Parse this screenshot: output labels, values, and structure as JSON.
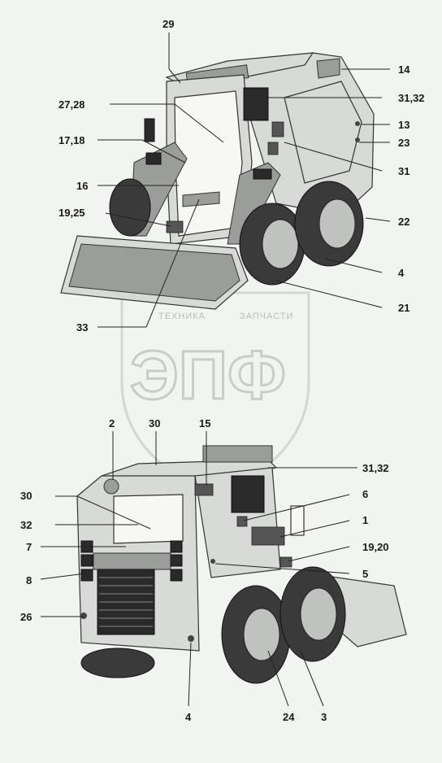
{
  "watermark": {
    "top_line": "ТЕХНИКА",
    "top_line_right": "ЗАПЧАСТИ",
    "logo": "ЭПФ"
  },
  "top_view": {
    "callouts": {
      "c29": "29",
      "c14": "14",
      "c2728": "27,28",
      "c3132": "31,32",
      "c13": "13",
      "c1718": "17,18",
      "c23": "23",
      "c31": "31",
      "c16": "16",
      "c1925": "19,25",
      "c22": "22",
      "c4": "4",
      "c21": "21",
      "c33": "33"
    }
  },
  "bottom_view": {
    "callouts": {
      "c2": "2",
      "c30a": "30",
      "c15": "15",
      "c3132": "31,32",
      "c30b": "30",
      "c6": "6",
      "c32": "32",
      "c1": "1",
      "c7": "7",
      "c1920": "19,20",
      "c8": "8",
      "c5": "5",
      "c26": "26",
      "c4": "4",
      "c24": "24",
      "c3": "3"
    }
  }
}
